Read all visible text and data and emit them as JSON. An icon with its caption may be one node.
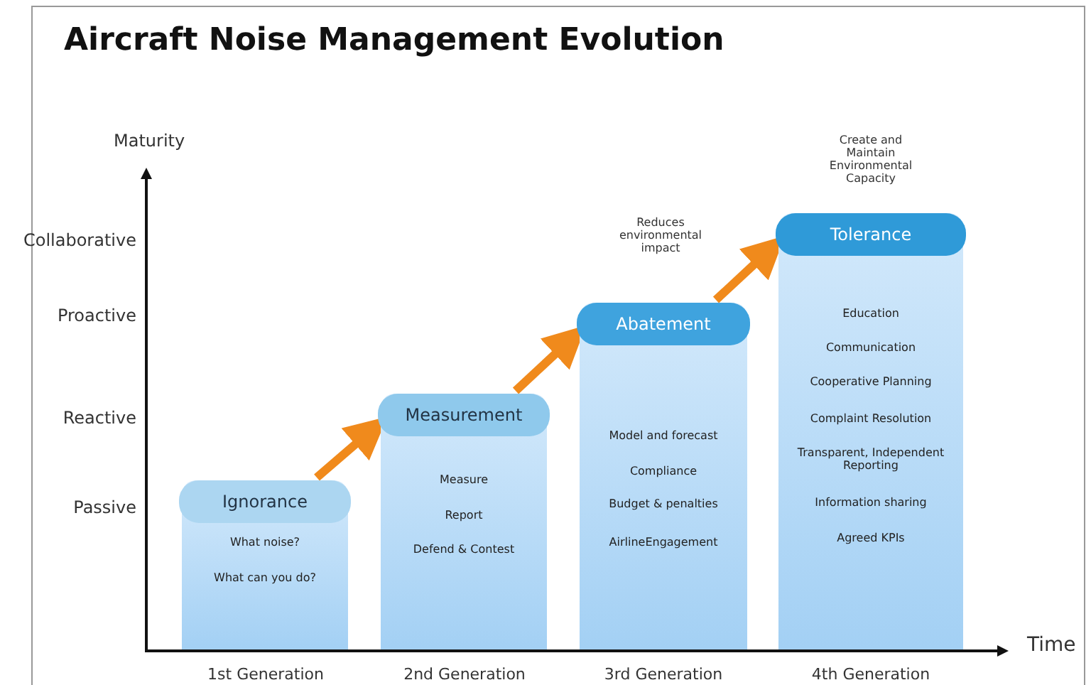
{
  "diagram": {
    "title": "Aircraft Noise Management Evolution",
    "nodes": [
      {
        "text": [
          "Ignorance",
          "What noise?",
          "What can you do?"
        ]
      },
      {
        "text": [
          "Measurement",
          "Measure",
          "Report",
          "Defend & Contest"
        ]
      },
      {
        "text": [
          "Abatement",
          "Model and forecast",
          "Compliance",
          "Budget & penalties",
          "AirlineEngagement"
        ]
      },
      {
        "text": [
          "Tolerance",
          "Education",
          "Communication",
          "Cooperative Planning",
          "Complaint Resolution",
          "Transparent, Independent Reporting",
          "Information sharing",
          "Agreed KPIs"
        ]
      }
    ],
    "edges": [
      {
        "from": 0,
        "to": 1,
        "arrow": "to"
      },
      {
        "from": 1,
        "to": 2,
        "arrow": "to"
      },
      {
        "from": 2,
        "to": 3,
        "arrow": "to"
      }
    ],
    "labels": [
      "Create and Maintain Environmental Capacity",
      "Maturity",
      "Reduces environmental impact",
      "Collaborative",
      "Proactive",
      "Reactive",
      "Passive",
      "1st Generation",
      "2nd Generation",
      "3rd Generation",
      "4th Generation",
      "Time"
    ]
  }
}
